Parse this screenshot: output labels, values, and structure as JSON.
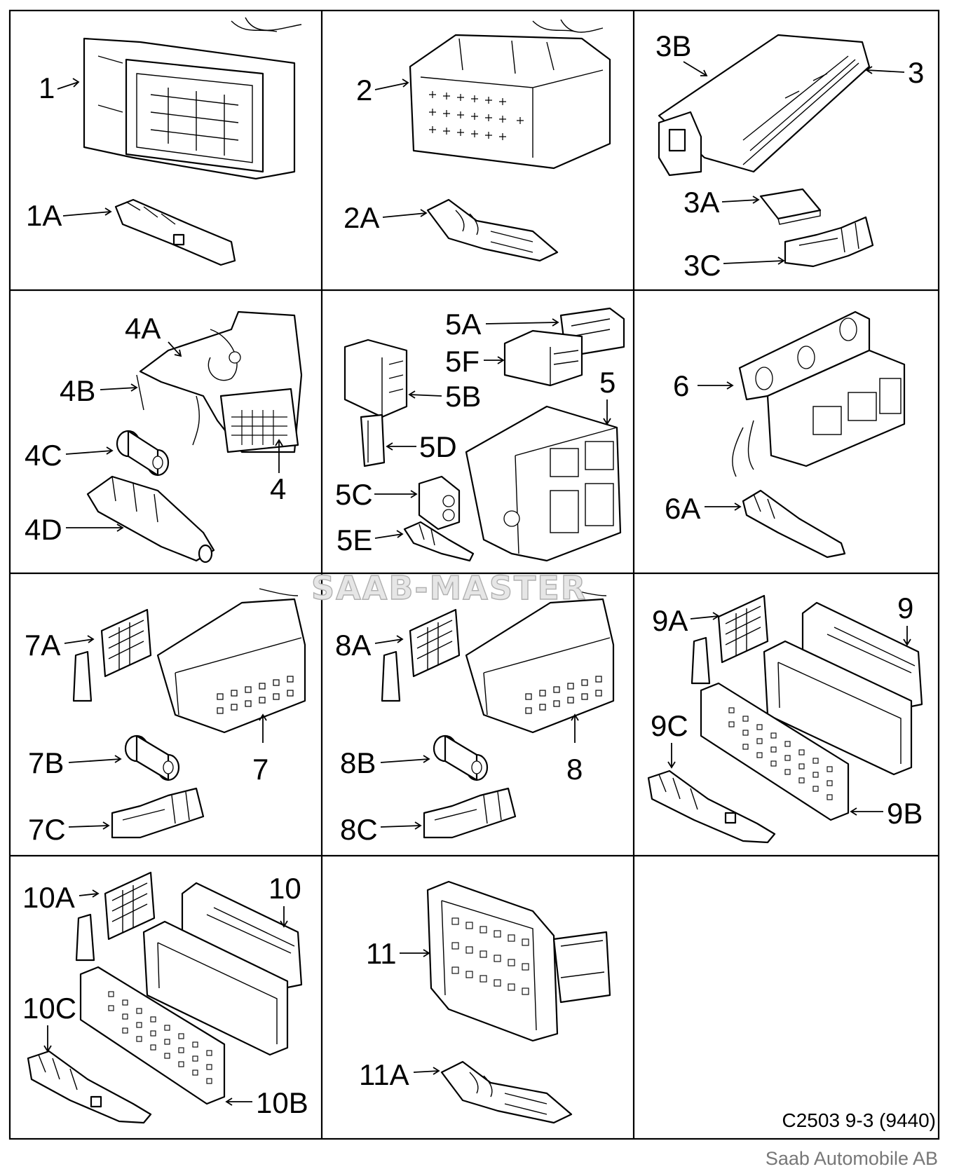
{
  "diagram": {
    "panels": [
      {
        "id": "p1",
        "labels": [
          "1",
          "1A"
        ]
      },
      {
        "id": "p2",
        "labels": [
          "2",
          "2A"
        ]
      },
      {
        "id": "p3",
        "labels": [
          "3B",
          "3",
          "3A",
          "3C"
        ]
      },
      {
        "id": "p4",
        "labels": [
          "4A",
          "4B",
          "4C",
          "4",
          "4D"
        ]
      },
      {
        "id": "p5",
        "labels": [
          "5A",
          "5F",
          "5",
          "5B",
          "5D",
          "5C",
          "5E"
        ]
      },
      {
        "id": "p6",
        "labels": [
          "6",
          "6A"
        ]
      },
      {
        "id": "p7",
        "labels": [
          "7A",
          "7",
          "7B",
          "7C"
        ]
      },
      {
        "id": "p8",
        "labels": [
          "8A",
          "8",
          "8B",
          "8C"
        ]
      },
      {
        "id": "p9",
        "labels": [
          "9A",
          "9",
          "9C",
          "9B"
        ]
      },
      {
        "id": "p10",
        "labels": [
          "10A",
          "10",
          "10C",
          "10B"
        ]
      },
      {
        "id": "p11",
        "labels": [
          "11",
          "11A"
        ]
      }
    ],
    "figure_code": "C2503 9-3 (9440)",
    "watermark": "SAAB-MASTER",
    "copyright": "Saab Automobile AB"
  }
}
